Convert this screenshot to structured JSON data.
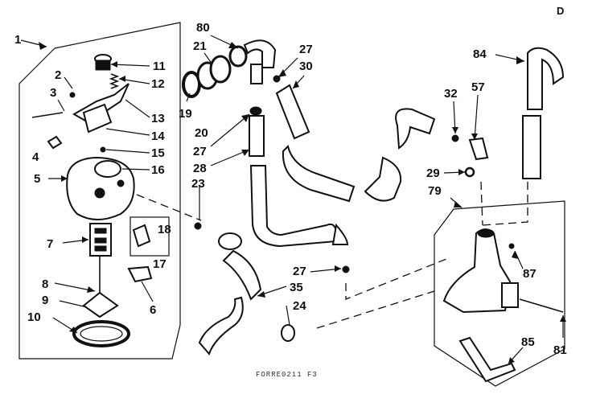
{
  "diagram": {
    "corner_mark": "D",
    "caption": "FORRE0211 F3",
    "callouts": [
      {
        "id": "c1",
        "text": "1"
      },
      {
        "id": "c2",
        "text": "2"
      },
      {
        "id": "c3",
        "text": "3"
      },
      {
        "id": "c4",
        "text": "4"
      },
      {
        "id": "c5",
        "text": "5"
      },
      {
        "id": "c6",
        "text": "6"
      },
      {
        "id": "c7",
        "text": "7"
      },
      {
        "id": "c8",
        "text": "8"
      },
      {
        "id": "c9",
        "text": "9"
      },
      {
        "id": "c10",
        "text": "10"
      },
      {
        "id": "c11",
        "text": "11"
      },
      {
        "id": "c12",
        "text": "12"
      },
      {
        "id": "c13",
        "text": "13"
      },
      {
        "id": "c14",
        "text": "14"
      },
      {
        "id": "c15",
        "text": "15"
      },
      {
        "id": "c16",
        "text": "16"
      },
      {
        "id": "c17",
        "text": "17"
      },
      {
        "id": "c18",
        "text": "18"
      },
      {
        "id": "c19",
        "text": "19"
      },
      {
        "id": "c20",
        "text": "20"
      },
      {
        "id": "c21",
        "text": "21"
      },
      {
        "id": "c23",
        "text": "23"
      },
      {
        "id": "c24",
        "text": "24"
      },
      {
        "id": "c27a",
        "text": "27"
      },
      {
        "id": "c27b",
        "text": "27"
      },
      {
        "id": "c27c",
        "text": "27"
      },
      {
        "id": "c28",
        "text": "28"
      },
      {
        "id": "c29",
        "text": "29"
      },
      {
        "id": "c30",
        "text": "30"
      },
      {
        "id": "c32",
        "text": "32"
      },
      {
        "id": "c35",
        "text": "35"
      },
      {
        "id": "c57",
        "text": "57"
      },
      {
        "id": "c79",
        "text": "79"
      },
      {
        "id": "c80",
        "text": "80"
      },
      {
        "id": "c81",
        "text": "81"
      },
      {
        "id": "c84",
        "text": "84"
      },
      {
        "id": "c85",
        "text": "85"
      },
      {
        "id": "c87",
        "text": "87"
      }
    ]
  }
}
